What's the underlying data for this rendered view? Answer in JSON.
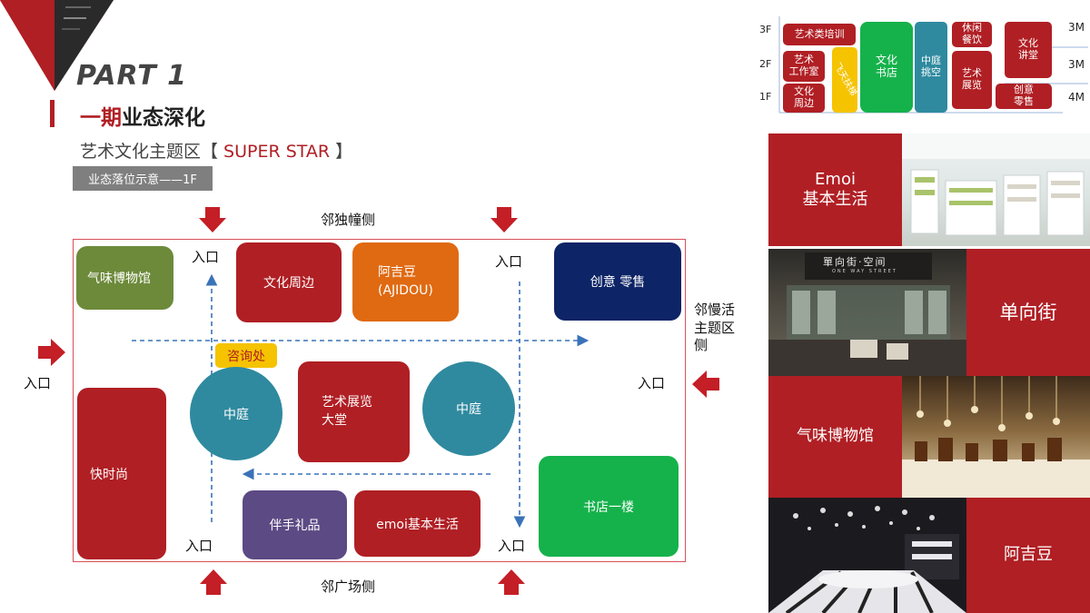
{
  "header": {
    "part": "PART 1",
    "title_red": "一期",
    "title_black": "业态深化",
    "subtitle_pre": "艺术文化主题区【 ",
    "subtitle_red": "SUPER STAR",
    "subtitle_post": " 】",
    "tag": "业态落位示意——1F"
  },
  "plan": {
    "side_top": "邻独幢侧",
    "side_bottom": "邻广场侧",
    "side_right": "邻慢活\n主题区\n侧",
    "entrance": "入口",
    "consult": "咨询处",
    "zones": {
      "scent": "气味博物馆",
      "culture": "文化周边",
      "ajidou": "阿吉豆\n(AJIDOU)",
      "creative": "创意 零售",
      "fast": "快时尚",
      "courtyard_left": "中庭",
      "art_hall": "艺术展览\n大堂",
      "courtyard_right": "中庭",
      "bookstore": "书店一楼",
      "gift": "伴手礼品",
      "emoi": "emoi基本生活"
    }
  },
  "mini_section": {
    "floors": [
      "3F",
      "2F",
      "1F"
    ],
    "heights": [
      "3M",
      "3M",
      "4M"
    ],
    "blocks": {
      "art_training": "艺术类培训",
      "art_studio": "艺术\n工作室",
      "culture": "文化\n周边",
      "sky": "飞天扶梯",
      "bookstore": "文化\n书店",
      "courtyard": "中庭\n挑空",
      "leisure": "休闲\n餐饮",
      "art_exhibit": "艺术\n展览",
      "lecture": "文化\n讲堂",
      "creative": "创意\n零售"
    }
  },
  "gallery": {
    "emoi": "Emoi\n基本生活",
    "oneway": "单向街",
    "oneway_sign": "單向街·空间",
    "oneway_sign_en": "ONE WAY STREET",
    "scent": "气味博物馆",
    "ajidou": "阿吉豆"
  },
  "colors": {
    "red": "#b01f24",
    "green_olive": "#6d8a3a",
    "orange": "#e06a12",
    "navy": "#0d2466",
    "teal": "#2f8a9f",
    "bright_green": "#15b24b",
    "purple": "#5c4a84",
    "yellow": "#f5c300"
  }
}
